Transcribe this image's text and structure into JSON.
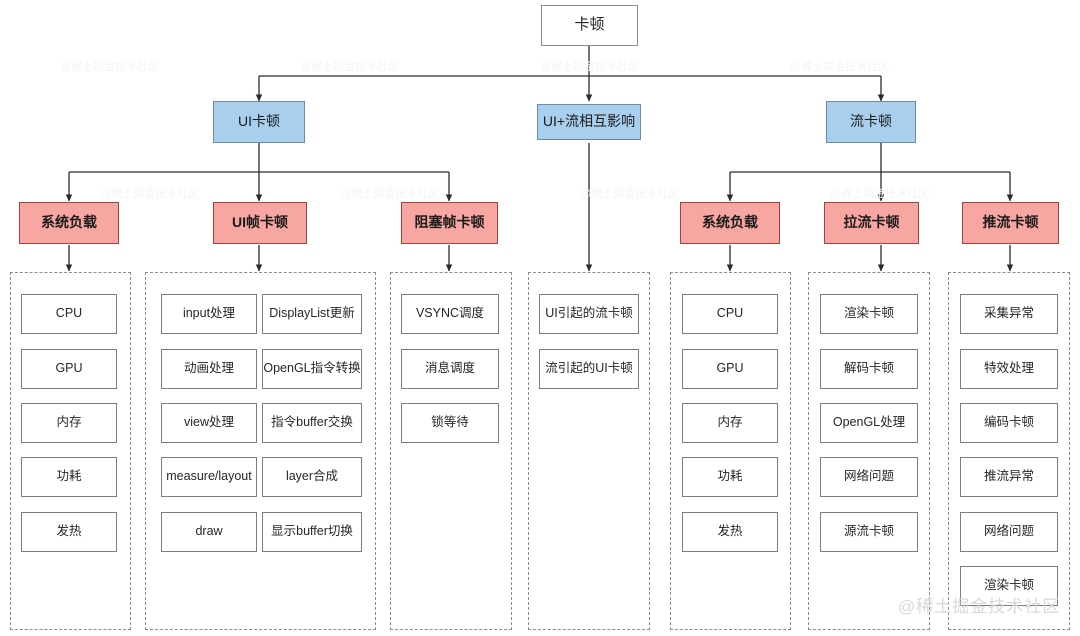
{
  "diagram": {
    "title": "卡顿",
    "root": {
      "label": "卡顿"
    },
    "level1": [
      {
        "label": "UI卡顿"
      },
      {
        "label": "UI+流相互影响"
      },
      {
        "label": "流卡顿"
      }
    ],
    "level2": [
      {
        "label": "系统负载"
      },
      {
        "label": "UI帧卡顿"
      },
      {
        "label": "阻塞帧卡顿"
      },
      {
        "label": "系统负载"
      },
      {
        "label": "拉流卡顿"
      },
      {
        "label": "推流卡顿"
      }
    ],
    "groups": [
      {
        "name": "system-load-ui",
        "columns": 1,
        "items": [
          "CPU",
          "GPU",
          "内存",
          "功耗",
          "发热"
        ]
      },
      {
        "name": "ui-frame-stutter",
        "columns": 2,
        "items": [
          "input处理",
          "DisplayList更新",
          "动画处理",
          "OpenGL指令转换",
          "view处理",
          "指令buffer交换",
          "measure/layout",
          "layer合成",
          "draw",
          "显示buffer切换"
        ]
      },
      {
        "name": "blocked-frame-stutter",
        "columns": 1,
        "items": [
          "VSYNC调度",
          "消息调度",
          "锁等待"
        ]
      },
      {
        "name": "ui-stream-interaction",
        "columns": 1,
        "items": [
          "UI引起的流卡顿",
          "流引起的UI卡顿"
        ]
      },
      {
        "name": "system-load-stream",
        "columns": 1,
        "items": [
          "CPU",
          "GPU",
          "内存",
          "功耗",
          "发热"
        ]
      },
      {
        "name": "pull-stream-stutter",
        "columns": 1,
        "items": [
          "渲染卡顿",
          "解码卡顿",
          "OpenGL处理",
          "网络问题",
          "源流卡顿"
        ]
      },
      {
        "name": "push-stream-stutter",
        "columns": 1,
        "items": [
          "采集异常",
          "特效处理",
          "编码卡顿",
          "推流异常",
          "网络问题",
          "渲染卡顿"
        ]
      }
    ],
    "watermark": "@稀土掘金技术社区",
    "colors": {
      "blue_fill": "#a9cfef",
      "blue_border": "#6f8ba4",
      "red_fill": "#f7a6a2",
      "red_border": "#a1423d",
      "leaf_border": "#7d7d7d",
      "group_border": "#8c8c8c",
      "wire": "#333333",
      "background": "#ffffff"
    }
  }
}
